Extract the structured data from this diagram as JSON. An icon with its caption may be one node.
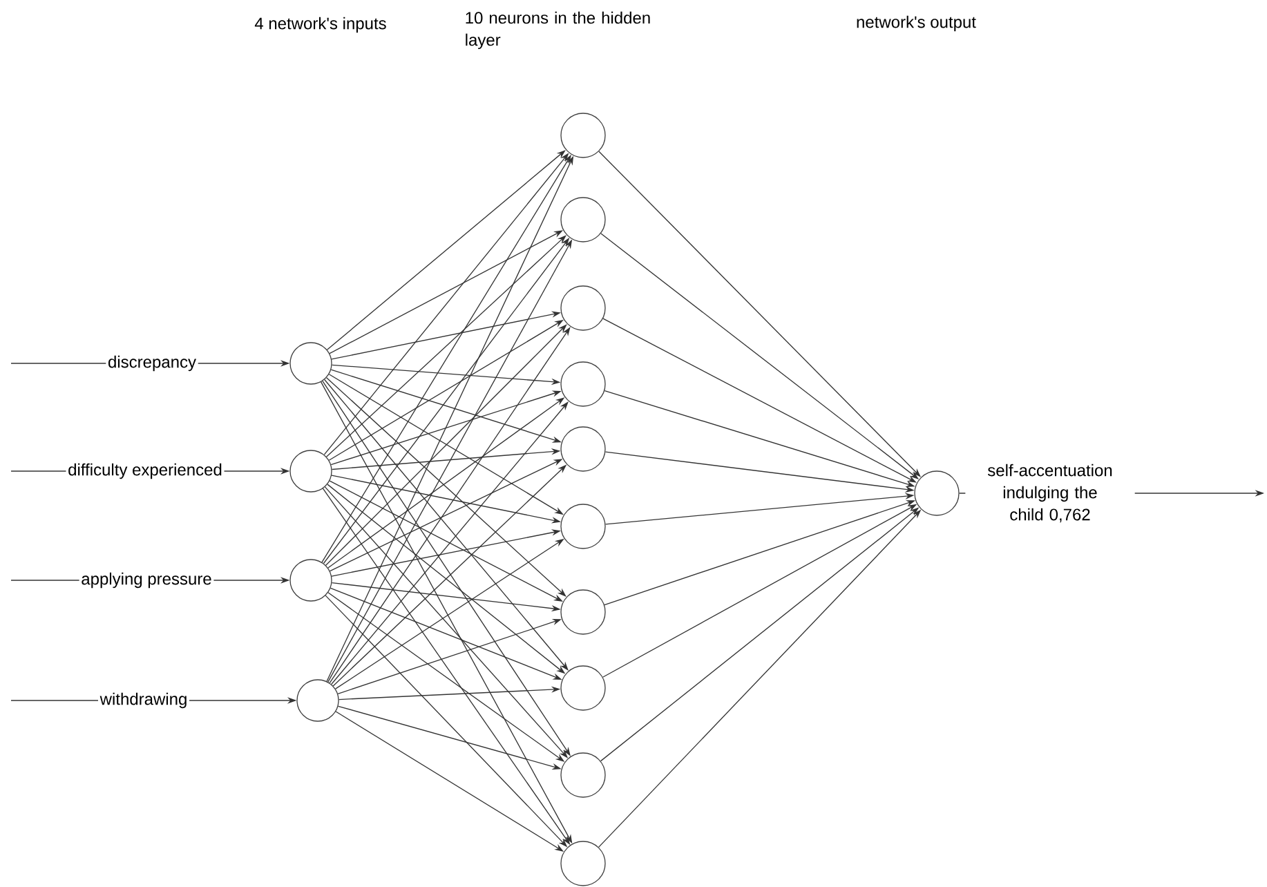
{
  "diagram": {
    "nodes": [
      {
        "text": [],
        "shape": "circle"
      },
      {
        "text": [],
        "shape": "circle"
      },
      {
        "text": [],
        "shape": "circle"
      },
      {
        "text": [],
        "shape": "circle"
      },
      {
        "text": [],
        "shape": "circle"
      },
      {
        "text": [],
        "shape": "circle"
      },
      {
        "text": [],
        "shape": "circle"
      },
      {
        "text": [],
        "shape": "circle"
      },
      {
        "text": [],
        "shape": "circle"
      },
      {
        "text": [],
        "shape": "circle"
      },
      {
        "text": [],
        "shape": "circle"
      },
      {
        "text": [],
        "shape": "circle"
      },
      {
        "text": [],
        "shape": "circle"
      },
      {
        "text": [],
        "shape": "circle"
      },
      {
        "text": [],
        "shape": "circle"
      }
    ],
    "edges": [
      {
        "from": null,
        "to": 0,
        "arrow": "to",
        "label": "discrepancy"
      },
      {
        "from": null,
        "to": 1,
        "arrow": "to",
        "label": "difficulty experienced"
      },
      {
        "from": null,
        "to": 2,
        "arrow": "to",
        "label": "applying pressure"
      },
      {
        "from": null,
        "to": 3,
        "arrow": "to",
        "label": "withdrawing"
      },
      {
        "from": 0,
        "to": 4,
        "arrow": "to"
      },
      {
        "from": 0,
        "to": 5,
        "arrow": "to"
      },
      {
        "from": 0,
        "to": 6,
        "arrow": "to"
      },
      {
        "from": 0,
        "to": 7,
        "arrow": "to"
      },
      {
        "from": 0,
        "to": 8,
        "arrow": "to"
      },
      {
        "from": 0,
        "to": 9,
        "arrow": "to"
      },
      {
        "from": 0,
        "to": 10,
        "arrow": "to"
      },
      {
        "from": 0,
        "to": 11,
        "arrow": "to"
      },
      {
        "from": 0,
        "to": 12,
        "arrow": "to"
      },
      {
        "from": 0,
        "to": 13,
        "arrow": "to"
      },
      {
        "from": 1,
        "to": 4,
        "arrow": "to"
      },
      {
        "from": 1,
        "to": 5,
        "arrow": "to"
      },
      {
        "from": 1,
        "to": 6,
        "arrow": "to"
      },
      {
        "from": 1,
        "to": 7,
        "arrow": "to"
      },
      {
        "from": 1,
        "to": 8,
        "arrow": "to"
      },
      {
        "from": 1,
        "to": 9,
        "arrow": "to"
      },
      {
        "from": 1,
        "to": 10,
        "arrow": "to"
      },
      {
        "from": 1,
        "to": 11,
        "arrow": "to"
      },
      {
        "from": 1,
        "to": 12,
        "arrow": "to"
      },
      {
        "from": 1,
        "to": 13,
        "arrow": "to"
      },
      {
        "from": 2,
        "to": 4,
        "arrow": "to"
      },
      {
        "from": 2,
        "to": 5,
        "arrow": "to"
      },
      {
        "from": 2,
        "to": 6,
        "arrow": "to"
      },
      {
        "from": 2,
        "to": 7,
        "arrow": "to"
      },
      {
        "from": 2,
        "to": 8,
        "arrow": "to"
      },
      {
        "from": 2,
        "to": 9,
        "arrow": "to"
      },
      {
        "from": 2,
        "to": 10,
        "arrow": "to"
      },
      {
        "from": 2,
        "to": 11,
        "arrow": "to"
      },
      {
        "from": 2,
        "to": 12,
        "arrow": "to"
      },
      {
        "from": 2,
        "to": 13,
        "arrow": "to"
      },
      {
        "from": 3,
        "to": 4,
        "arrow": "to"
      },
      {
        "from": 3,
        "to": 5,
        "arrow": "to"
      },
      {
        "from": 3,
        "to": 6,
        "arrow": "to"
      },
      {
        "from": 3,
        "to": 7,
        "arrow": "to"
      },
      {
        "from": 3,
        "to": 8,
        "arrow": "to"
      },
      {
        "from": 3,
        "to": 9,
        "arrow": "to"
      },
      {
        "from": 3,
        "to": 10,
        "arrow": "to"
      },
      {
        "from": 3,
        "to": 11,
        "arrow": "to"
      },
      {
        "from": 3,
        "to": 12,
        "arrow": "to"
      },
      {
        "from": 3,
        "to": 13,
        "arrow": "to"
      },
      {
        "from": 4,
        "to": 14,
        "arrow": "to"
      },
      {
        "from": 5,
        "to": 14,
        "arrow": "to"
      },
      {
        "from": 6,
        "to": 14,
        "arrow": "to"
      },
      {
        "from": 7,
        "to": 14,
        "arrow": "to"
      },
      {
        "from": 8,
        "to": 14,
        "arrow": "to"
      },
      {
        "from": 9,
        "to": 14,
        "arrow": "to"
      },
      {
        "from": 10,
        "to": 14,
        "arrow": "to"
      },
      {
        "from": 11,
        "to": 14,
        "arrow": "to"
      },
      {
        "from": 12,
        "to": 14,
        "arrow": "to"
      },
      {
        "from": 13,
        "to": 14,
        "arrow": "to"
      },
      {
        "from": 14,
        "to": null,
        "arrow": "to",
        "label": "self-accentuation indulging the child 0,762"
      }
    ],
    "labels": [
      "4 network's inputs",
      "10 neurons in the hidden layer",
      "network's output"
    ]
  }
}
